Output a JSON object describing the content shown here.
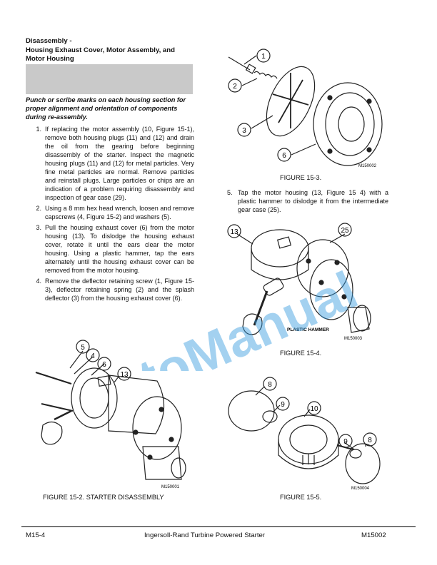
{
  "heading": {
    "line1": "Disassembly -",
    "line2": "Housing Exhaust Cover, Motor Assembly, and",
    "line3": "Motor Housing"
  },
  "note": "Punch or scribe marks on each housing section for proper alignment and orientation of components during re-assembly.",
  "steps": [
    {
      "num": "1.",
      "text": "If replacing the motor assembly (10, Figure 15-1), remove both housing plugs (11) and (12) and drain the oil from the gearing before beginning disassembly of the starter. Inspect the magnetic housing plugs (11) and (12) for metal particles. Very fine metal particles are normal. Remove particles and reinstall plugs. Large particles or chips are an indication of a problem requiring disassembly and inspection of gear case (29)."
    },
    {
      "num": "2.",
      "text": "Using a 8 mm hex head wrench, loosen and remove capscrews (4, Figure 15-2) and washers (5)."
    },
    {
      "num": "3.",
      "text": "Pull the housing exhaust cover (6) from the motor housing (13). To dislodge the housing exhaust cover, rotate it until the ears clear the motor housing. Using a plastic hammer, tap the ears alternately until the housing exhaust cover can be removed from the motor housing."
    },
    {
      "num": "4.",
      "text": "Remove the deflector retaining screw (1, Figure 15-3), deflector retaining spring (2) and the splash deflector (3) from the housing exhaust cover (6)."
    }
  ],
  "step5": {
    "num": "5.",
    "text": "Tap the motor housing (13, Figure 15 4) with a plastic hammer to dislodge it from the intermediate gear case (25)."
  },
  "figures": {
    "fig2": {
      "caption": "FIGURE 15-2. STARTER DISASSEMBLY",
      "code": "M150001",
      "callouts": [
        "5",
        "4",
        "6",
        "13"
      ]
    },
    "fig3": {
      "caption": "FIGURE 15-3.",
      "code": "M150002",
      "callouts": [
        "1",
        "2",
        "3",
        "6"
      ]
    },
    "fig4": {
      "caption": "FIGURE 15-4.",
      "code": "M150003",
      "callouts": [
        "13",
        "25"
      ],
      "label": "PLASTIC HAMMER"
    },
    "fig5": {
      "caption": "FIGURE 15-5.",
      "code": "M150004",
      "callouts": [
        "8",
        "9",
        "10",
        "9",
        "8"
      ]
    }
  },
  "watermark": "AutoManual",
  "footer": {
    "left": "M15-4",
    "center": "Ingersoll-Rand Turbine Powered Starter",
    "right": "M15002"
  }
}
